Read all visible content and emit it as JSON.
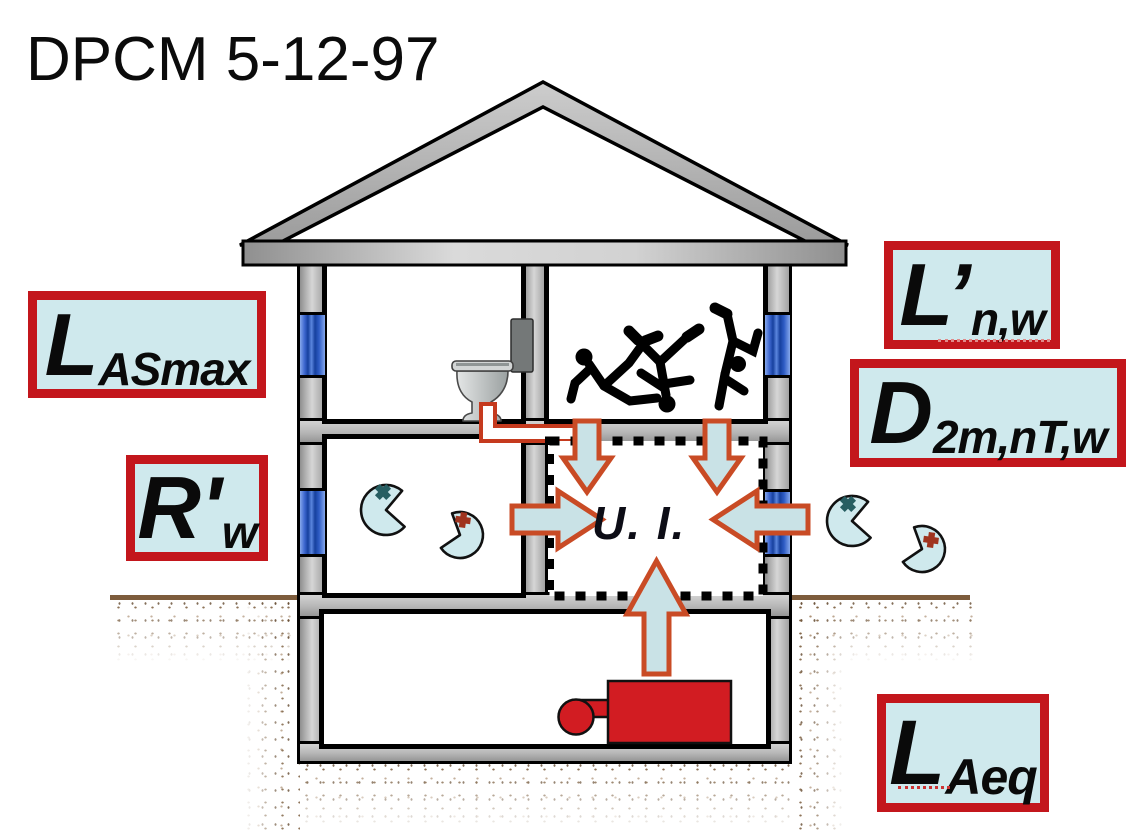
{
  "slide": {
    "title": "DPCM 5-12-97"
  },
  "house": {
    "unit_label": "U. I.",
    "rooms": [
      "bathroom",
      "dance-room",
      "neighbour-room",
      "protected-unit",
      "basement"
    ],
    "icons": {
      "toilet": "toilet-icon",
      "dancers": "dancers-icon",
      "boiler": "boiler-icon",
      "noise_source": "noise-source-icon",
      "noise_arrow": "noise-arrow-icon",
      "window_band": "facade-window-band"
    }
  },
  "acoustic_labels": {
    "lasmax": {
      "base": "L",
      "sub": "ASmax"
    },
    "rw": {
      "base": "R'",
      "sub": "w"
    },
    "lnw": {
      "base": "L’",
      "sub": "n,w"
    },
    "d2m": {
      "base": "D",
      "sub": "2m,nT,w"
    },
    "laeq": {
      "base": "L",
      "sub": "Aeq"
    }
  },
  "colors": {
    "label_fill": "#cfe9ed",
    "label_border": "#c3161c",
    "arrow_fill": "#c9e2e6",
    "arrow_stroke": "#c94b25",
    "window_blue": "#2e5cc5",
    "boiler_red": "#d21c22",
    "ground_brown": "#7d5c3c",
    "wall_gray": "#b5b5b5"
  }
}
